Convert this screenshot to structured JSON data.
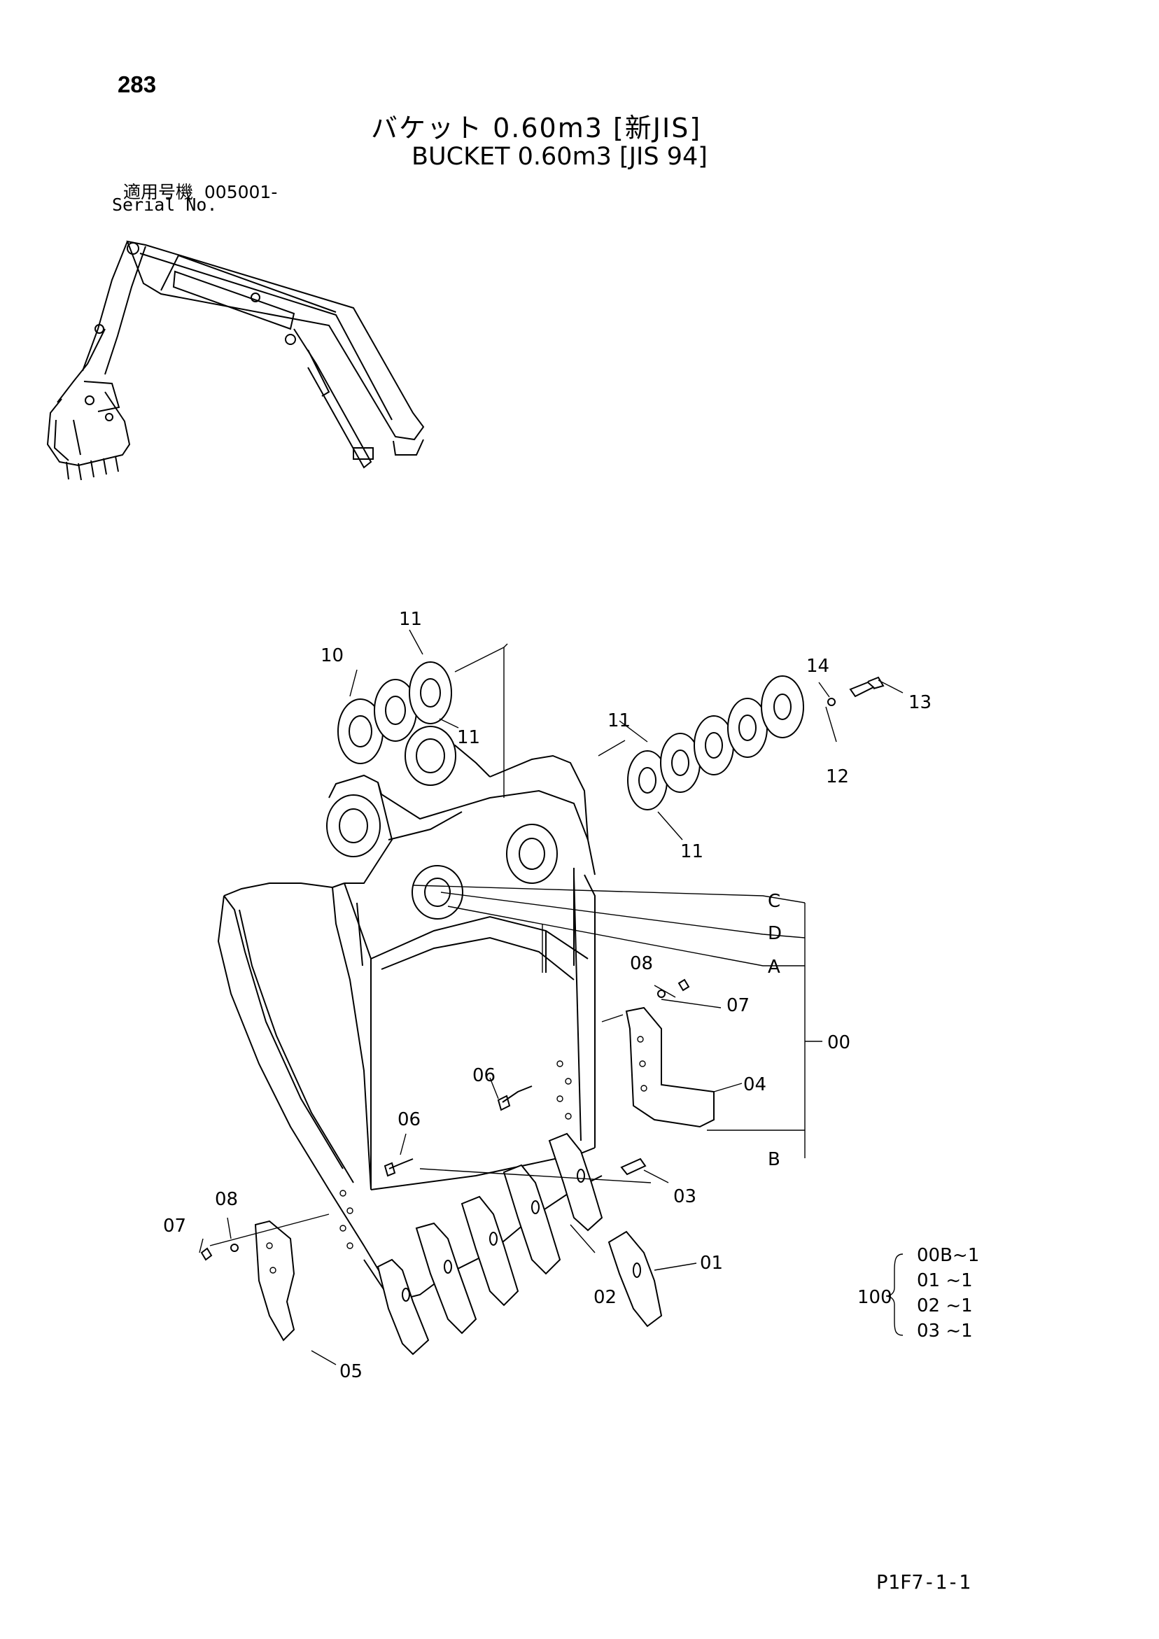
{
  "header": {
    "page_number": "283",
    "title_jp": "バケット 0.60m3 [新JIS]",
    "title_en": "BUCKET 0.60m3 [JIS 94]",
    "serial_label_jp": "適用号機  005001-",
    "serial_label_en": "Serial No."
  },
  "callouts": {
    "c01": "01",
    "c02": "02",
    "c03": "03",
    "c04": "04",
    "c05": "05",
    "c06a": "06",
    "c06b": "06",
    "c07a": "07",
    "c07b": "07",
    "c08a": "08",
    "c08b": "08",
    "c10": "10",
    "c11a": "11",
    "c11b": "11",
    "c11c": "11",
    "c11d": "11",
    "c12": "12",
    "c13": "13",
    "c14": "14",
    "c00": "00",
    "cA": "A",
    "cB": "B",
    "cC": "C",
    "cD": "D"
  },
  "kit": {
    "label": "100",
    "items": [
      "00B~1",
      "01  ~1",
      "02  ~1",
      "03  ~1"
    ]
  },
  "footer": {
    "page_code": "P1F7-1-1"
  }
}
